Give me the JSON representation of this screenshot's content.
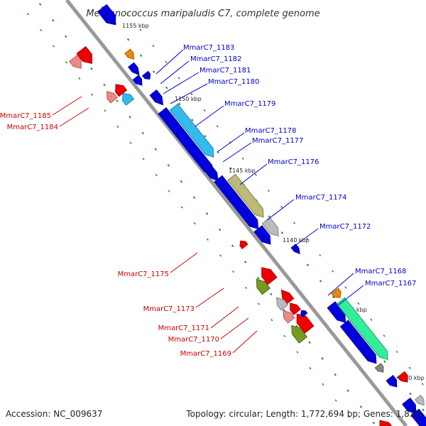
{
  "title": "Methanococcus maripaludis C7, complete genome",
  "footer": {
    "accession": "Accession: NC_009637",
    "topology": "Topology: circular; Length: 1,772,694 bp; Genes: 1,835"
  },
  "colors": {
    "forward_label": "#0000cc",
    "reverse_label": "#cc0000",
    "backbone": "#999999",
    "ticks": "#228b22"
  },
  "kbp_markers": [
    "1155 kbp",
    "1150 kbp",
    "1145 kbp",
    "1140 kbp",
    "1135 kbp",
    "1130 kbp"
  ],
  "forward_labels": [
    "MmarC7_1183",
    "MmarC7_1182",
    "MmarC7_1181",
    "MmarC7_1180",
    "MmarC7_1179",
    "MmarC7_1178",
    "MmarC7_1177",
    "MmarC7_1176",
    "MmarC7_1174",
    "MmarC7_1172",
    "MmarC7_1168",
    "MmarC7_1167"
  ],
  "reverse_labels": [
    "MmarC7_1185",
    "MmarC7_1184",
    "MmarC7_1175",
    "MmarC7_1173",
    "MmarC7_1171",
    "MmarC7_1170",
    "MmarC7_1169"
  ]
}
